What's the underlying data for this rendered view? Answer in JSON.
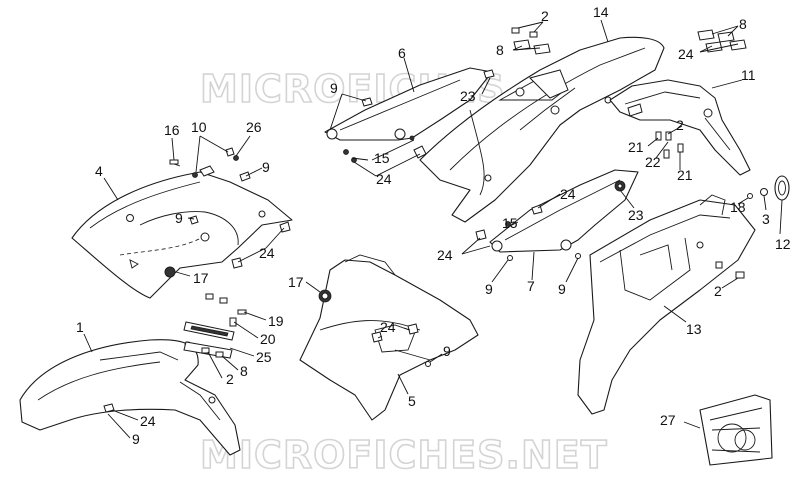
{
  "watermark": {
    "top": "MICROFICHES",
    "bottom": "MICROFICHES.NET"
  },
  "callouts": {
    "c1": "1",
    "c2a": "2",
    "c2b": "2",
    "c2c": "2",
    "c2d": "2",
    "c3": "3",
    "c4": "4",
    "c5": "5",
    "c6": "6",
    "c7": "7",
    "c8a": "8",
    "c8b": "8",
    "c8c": "8",
    "c9a": "9",
    "c9b": "9",
    "c9c": "9",
    "c9d": "9",
    "c9e": "9",
    "c9f": "9",
    "c9g": "9",
    "c10": "10",
    "c11": "11",
    "c12": "12",
    "c13": "13",
    "c14": "14",
    "c15a": "15",
    "c15b": "15",
    "c16": "16",
    "c17a": "17",
    "c17b": "17",
    "c18": "18",
    "c19": "19",
    "c20": "20",
    "c21a": "21",
    "c21b": "21",
    "c22": "22",
    "c23a": "23",
    "c23b": "23",
    "c24a": "24",
    "c24b": "24",
    "c24c": "24",
    "c24d": "24",
    "c24e": "24",
    "c24f": "24",
    "c24g": "24",
    "c25": "25",
    "c26": "26",
    "c27": "27"
  }
}
